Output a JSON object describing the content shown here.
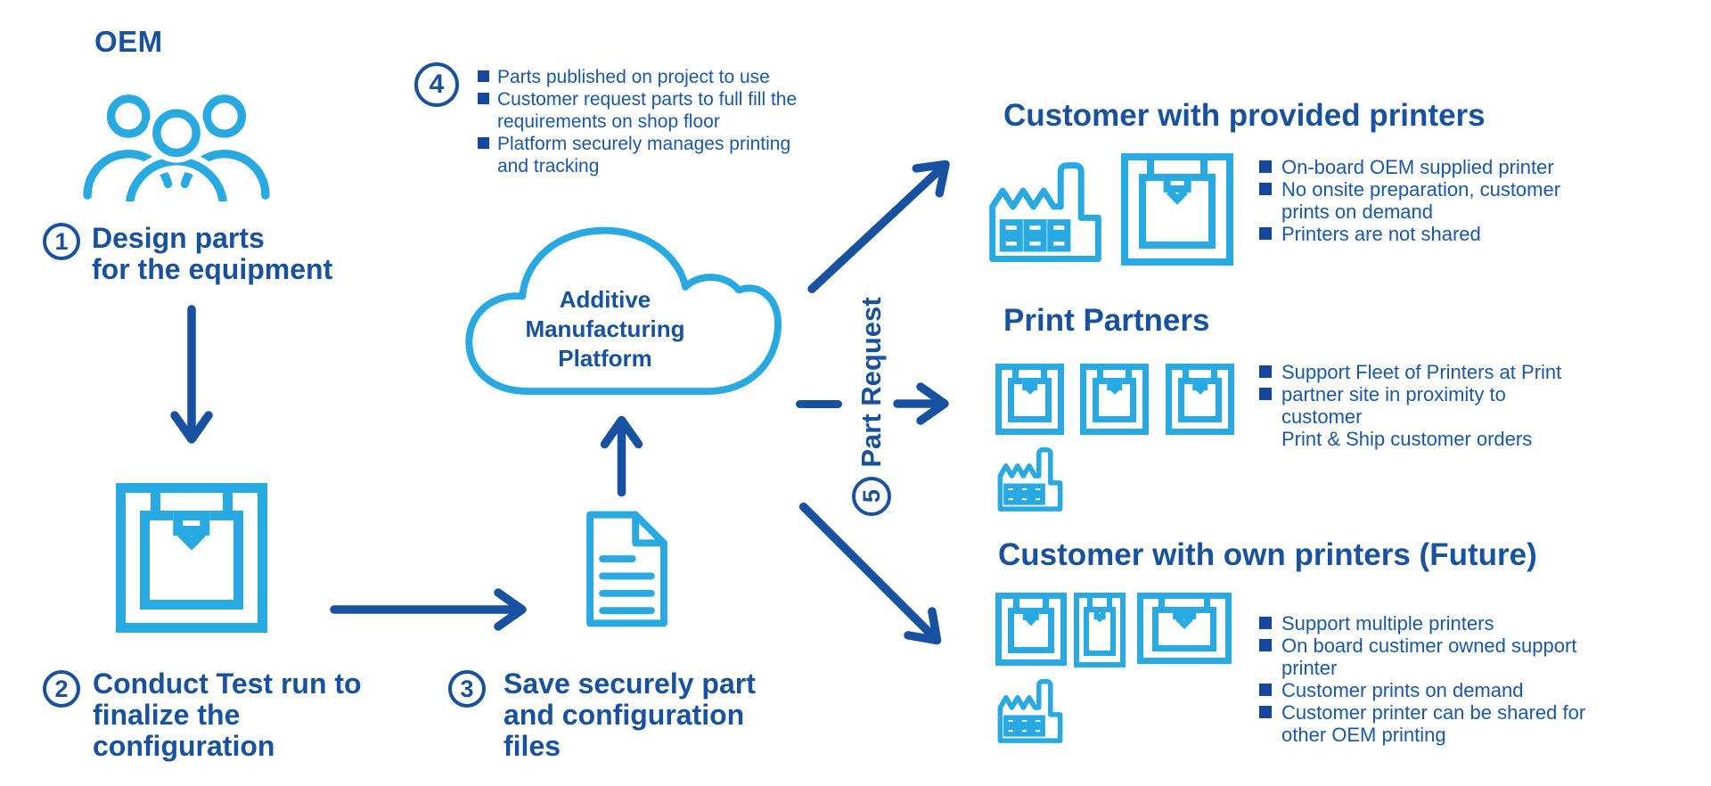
{
  "colors": {
    "light_blue": "#29A9E1",
    "navy": "#17519F",
    "bullet_text": "#1A57A8",
    "bullet_square": "#17479C",
    "background": "#FFFFFF"
  },
  "oem": {
    "title": "OEM"
  },
  "cloud": {
    "label": "Additive\nManufacturing\nPlatform"
  },
  "steps": {
    "s1": {
      "number": "1",
      "label": "Design parts\nfor the equipment"
    },
    "s2": {
      "number": "2",
      "label": "Conduct Test run to\nfinalize the\nconfiguration"
    },
    "s3": {
      "number": "3",
      "label": "Save securely part\nand configuration\nfiles"
    },
    "s4": {
      "number": "4",
      "bullets": [
        "Parts published on project to use",
        "Customer request parts to full fill the\nrequirements on shop floor",
        "Platform securely manages printing\nand tracking"
      ]
    },
    "s5": {
      "number": "5",
      "label": "Part Request"
    }
  },
  "sections": {
    "provided": {
      "title": "Customer with provided printers",
      "bullets": [
        "On-board OEM supplied printer",
        "No onsite preparation, customer\nprints on demand",
        "Printers are not shared"
      ]
    },
    "partners": {
      "title": "Print Partners",
      "bullets": [
        "Support Fleet of Printers at Print",
        "partner site in proximity to customer\nPrint & Ship customer orders"
      ]
    },
    "own": {
      "title": "Customer with own printers (Future)",
      "bullets": [
        "Support multiple printers",
        "On board custimer owned support\nprinter",
        "Customer prints on demand",
        "Customer printer can be shared for\nother OEM printing"
      ]
    }
  },
  "icons": {
    "people": "people-icon",
    "printer": "printer-icon",
    "document": "document-icon",
    "cloud": "cloud-icon",
    "factory": "factory-icon",
    "arrow": "arrow-icon",
    "bullet": "bullet-square-icon"
  }
}
